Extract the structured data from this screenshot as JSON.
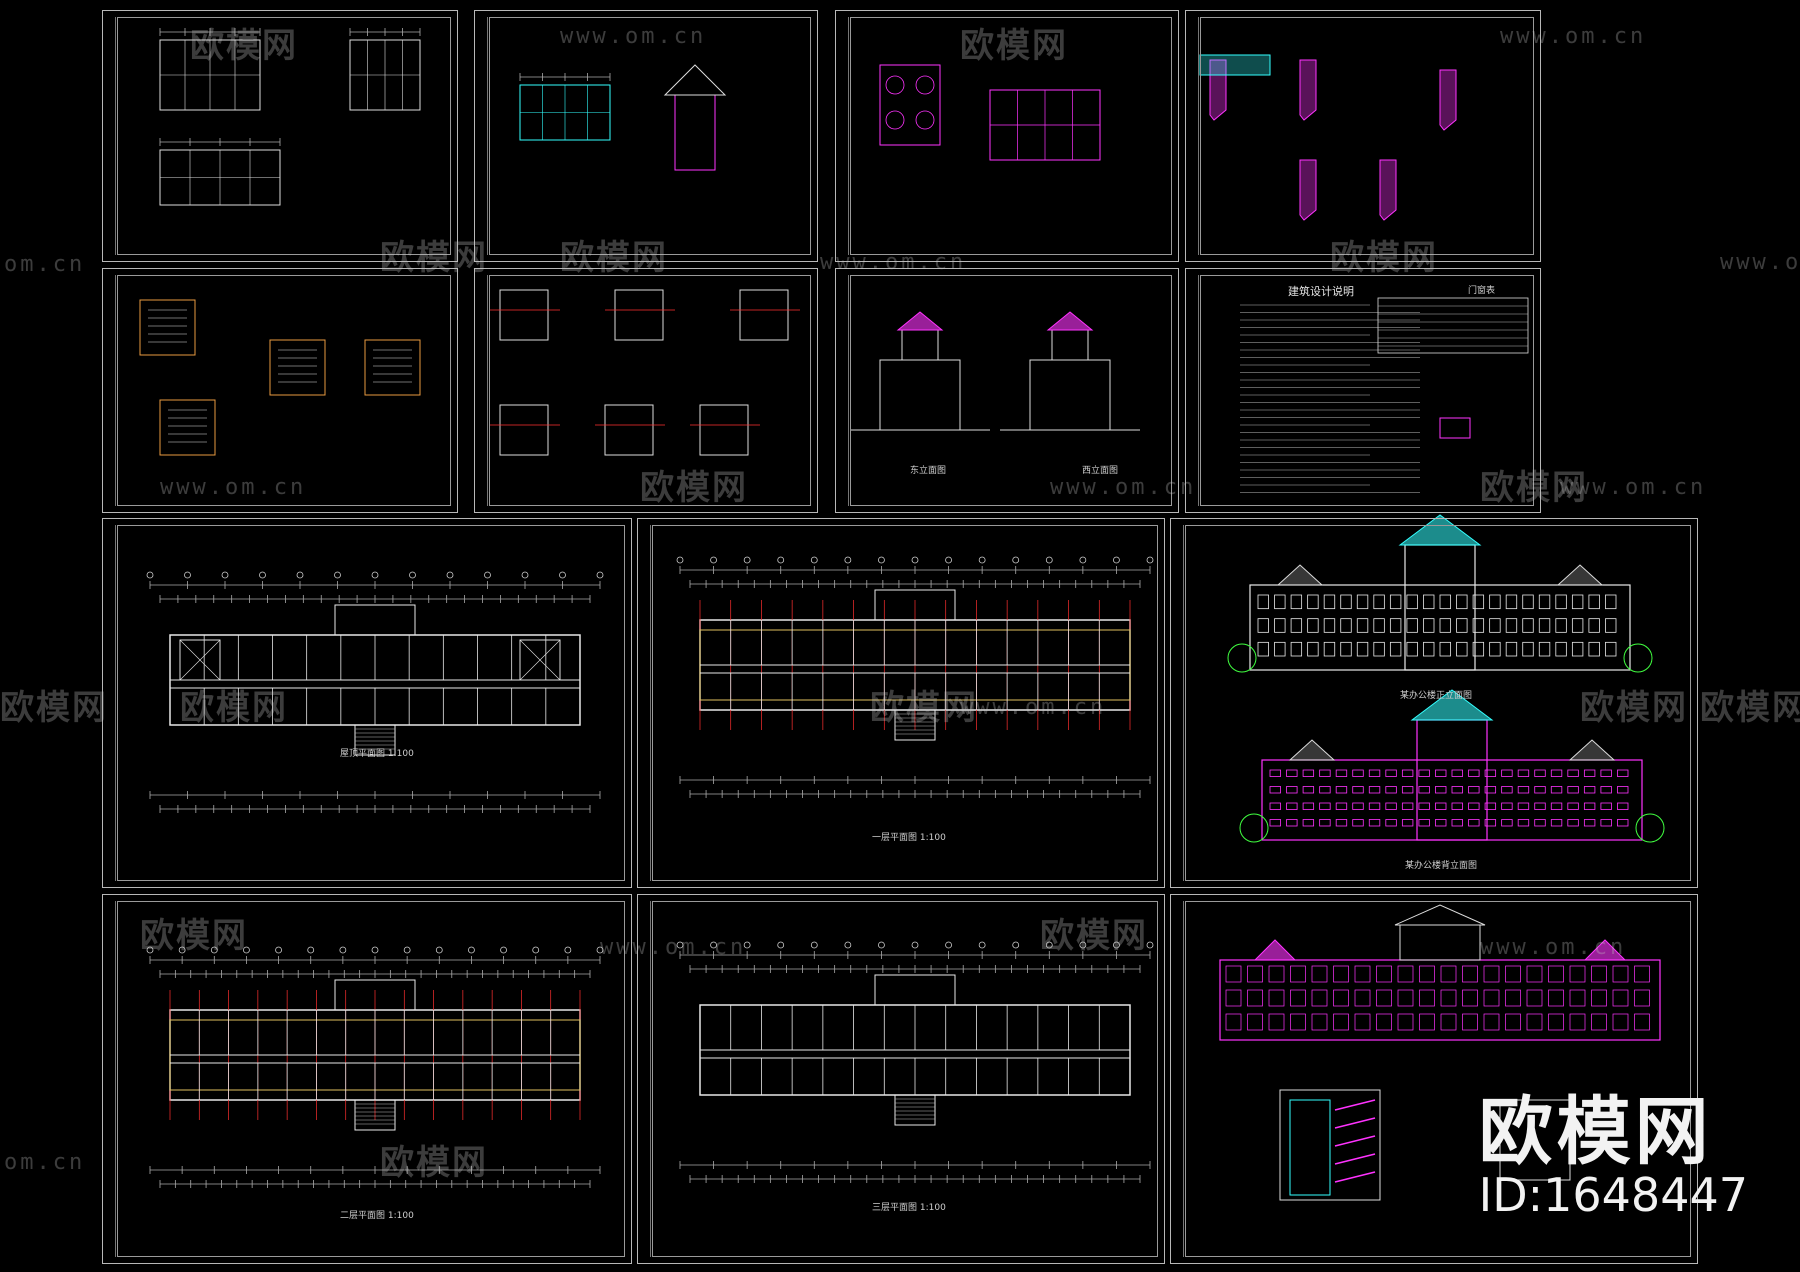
{
  "captions": {
    "roof_plan": "屋顶平面图 1:100",
    "floor1_plan": "一层平面图 1:100",
    "floor2_plan": "二层平面图 1:100",
    "floor3_plan": "三层平面图 1:100",
    "east_elevation": "东立面图",
    "west_elevation": "西立面图",
    "front_elevation": "某办公楼正立面图",
    "back_elevation": "某办公楼背立面图",
    "door_window_table": "门窗表",
    "design_notes": "建筑设计说明"
  },
  "watermarks": {
    "cn": "欧模网",
    "url": "www.om.cn",
    "url_short": "om.cn"
  },
  "brand": {
    "logo": "欧模网",
    "id": "ID:1648447"
  },
  "colors": {
    "background": "#000000",
    "frame": "#b8b8b8",
    "wall": "#e8e8e8",
    "magenta": "#ff33ff",
    "cyan": "#33ffff",
    "red": "#ff3030",
    "yellow": "#e0c060",
    "green": "#40ff40",
    "orange": "#e89a40"
  }
}
